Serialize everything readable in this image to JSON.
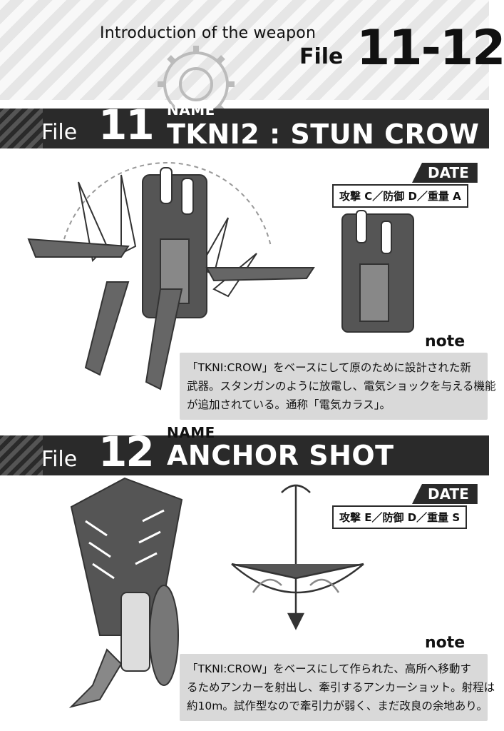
{
  "header": {
    "intro": "Introduction of the weapon",
    "file_label": "File",
    "file_range": "11-12"
  },
  "sections": [
    {
      "file_label": "File",
      "file_number": "11",
      "name_label": "NAME",
      "name": "TKNI2 : STUN CROW",
      "date_label": "DATE",
      "stats": "攻撃 C／防御 D／重量 A",
      "note_label": "note",
      "note_lines": [
        "「TKNI:CROW」をベースにして原のために設計された新",
        "武器。スタンガンのように放電し、電気ショックを与える機能",
        "が追加されている。通称「電気カラス」。"
      ]
    },
    {
      "file_label": "File",
      "file_number": "12",
      "name_label": "NAME",
      "name": "ANCHOR SHOT",
      "date_label": "DATE",
      "stats": "攻撃 E／防御 D／重量 S",
      "note_label": "note",
      "note_lines": [
        "「TKNI:CROW」をベースにして作られた、高所へ移動す",
        "るためアンカーを射出し、牽引するアンカーショット。射程は",
        "約10m。試作型なので牽引力が弱く、まだ改良の余地あり。"
      ]
    }
  ]
}
